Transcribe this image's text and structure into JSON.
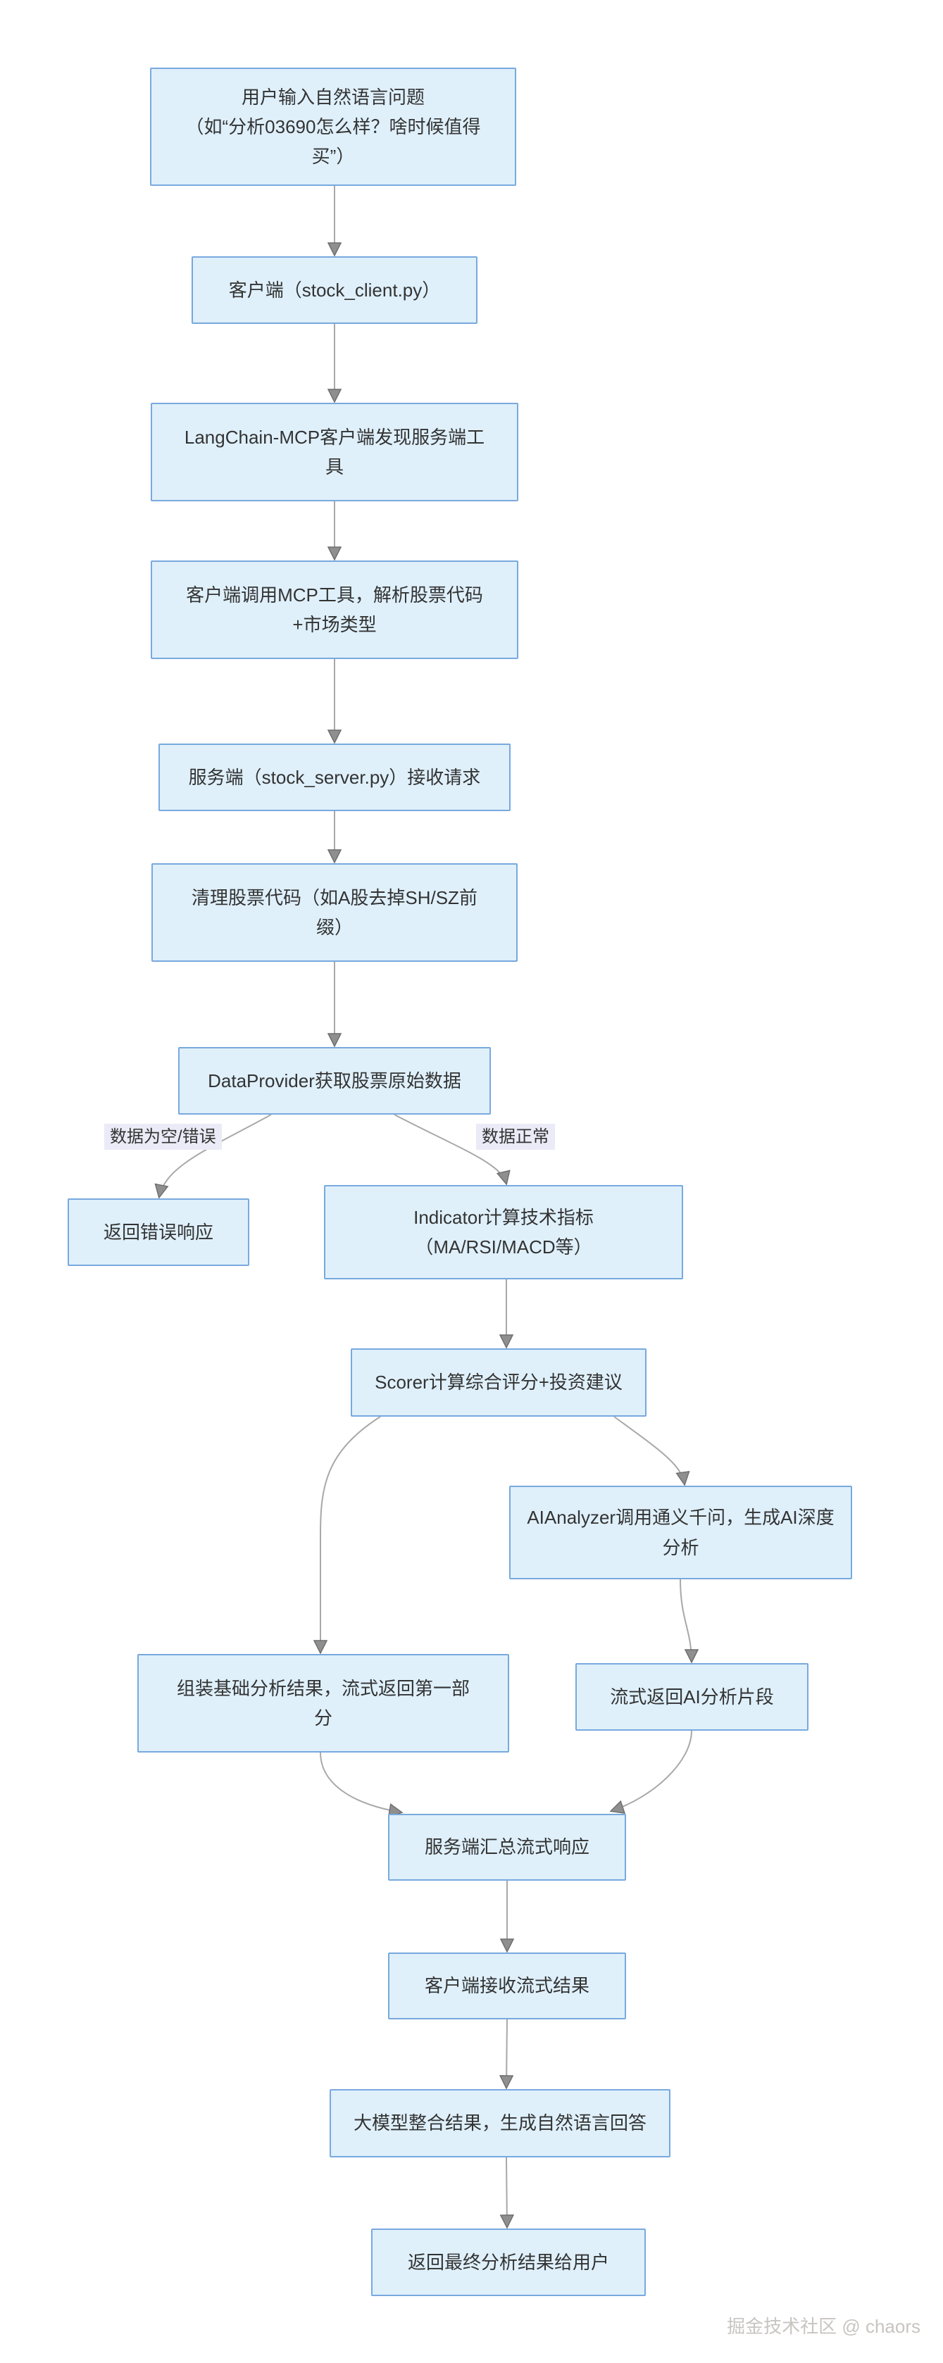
{
  "diagram": {
    "type": "flowchart",
    "direction": "top-down",
    "nodes": [
      {
        "id": "user_input",
        "label": "用户输入自然语言问题\n（如“分析03690怎么样？啥时候值得\n买”）"
      },
      {
        "id": "client",
        "label": "客户端（stock_client.py）"
      },
      {
        "id": "langchain_discover",
        "label": "LangChain-MCP客户端发现服务端工\n具"
      },
      {
        "id": "call_mcp_tool",
        "label": "客户端调用MCP工具，解析股票代码\n+市场类型"
      },
      {
        "id": "server_receive",
        "label": "服务端（stock_server.py）接收请求"
      },
      {
        "id": "clean_stock_code",
        "label": "清理股票代码（如A股去掉SH/SZ前\n缀）"
      },
      {
        "id": "data_provider",
        "label": "DataProvider获取股票原始数据"
      },
      {
        "id": "error_response",
        "label": "返回错误响应"
      },
      {
        "id": "indicator",
        "label": "Indicator计算技术指标\n（MA/RSI/MACD等）"
      },
      {
        "id": "scorer",
        "label": "Scorer计算综合评分+投资建议"
      },
      {
        "id": "ai_analyzer",
        "label": "AIAnalyzer调用通义千问，生成AI深度\n分析"
      },
      {
        "id": "assemble_basic",
        "label": "组装基础分析结果，流式返回第一部\n分"
      },
      {
        "id": "stream_ai_chunks",
        "label": "流式返回AI分析片段"
      },
      {
        "id": "server_aggregate",
        "label": "服务端汇总流式响应"
      },
      {
        "id": "client_receive",
        "label": "客户端接收流式结果"
      },
      {
        "id": "llm_merge",
        "label": "大模型整合结果，生成自然语言回答"
      },
      {
        "id": "final_result",
        "label": "返回最终分析结果给用户"
      }
    ],
    "edge_labels": [
      {
        "id": "data_empty_error",
        "text": "数据为空/错误"
      },
      {
        "id": "data_normal",
        "text": "数据正常"
      }
    ],
    "watermark": "掘金技术社区 @ chaors",
    "colors": {
      "node_fill": "#dff0fb",
      "node_border": "#78a9de",
      "edge_line": "#a8a8a8",
      "arrowhead": "#8f8f8f",
      "edge_label_bg": "#ebebf8",
      "text": "#333333"
    }
  }
}
